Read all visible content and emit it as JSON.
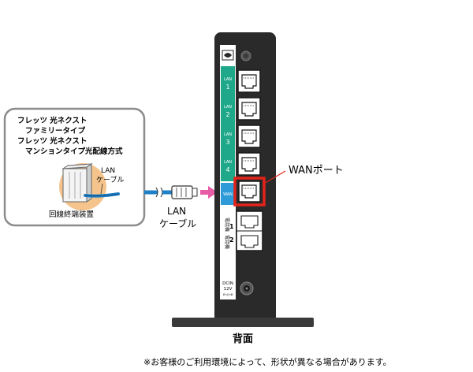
{
  "info_box": {
    "lines": [
      "フレッツ 光ネクスト",
      "ファミリータイプ",
      "フレッツ 光ネクスト",
      "マンションタイプ光配線方式"
    ],
    "device_cable_label": [
      "LAN",
      "ケーブル"
    ],
    "device_caption": "回線終端装置"
  },
  "cable_label": [
    "LAN",
    "ケーブル"
  ],
  "router": {
    "lan_ports": [
      {
        "tag": "LAN",
        "num": "1"
      },
      {
        "tag": "LAN",
        "num": "2"
      },
      {
        "tag": "LAN",
        "num": "3"
      },
      {
        "tag": "LAN",
        "num": "4"
      }
    ],
    "wan_tag": "WAN",
    "tel_labels": [
      {
        "text": "電話機",
        "num": "1"
      },
      {
        "text": "電話機",
        "num": "2"
      }
    ],
    "dcin_label": "DCIN",
    "dcin_voltage": "12V",
    "power_symbol": "⊖-◎-⊕"
  },
  "wan_callout": "WANポート",
  "back_label": "背面",
  "footnote": "※お客様のご利用環境によって、形状が異なる場合があります。",
  "colors": {
    "teal": "#1fa98a",
    "wan_blue": "#2f9ad8",
    "highlight_red": "#e2231a",
    "arrow_pink": "#e75ea6",
    "cable_blue": "#1f80c8",
    "device_circle": "#f5c48c",
    "router_body": "#2a2a2a"
  }
}
